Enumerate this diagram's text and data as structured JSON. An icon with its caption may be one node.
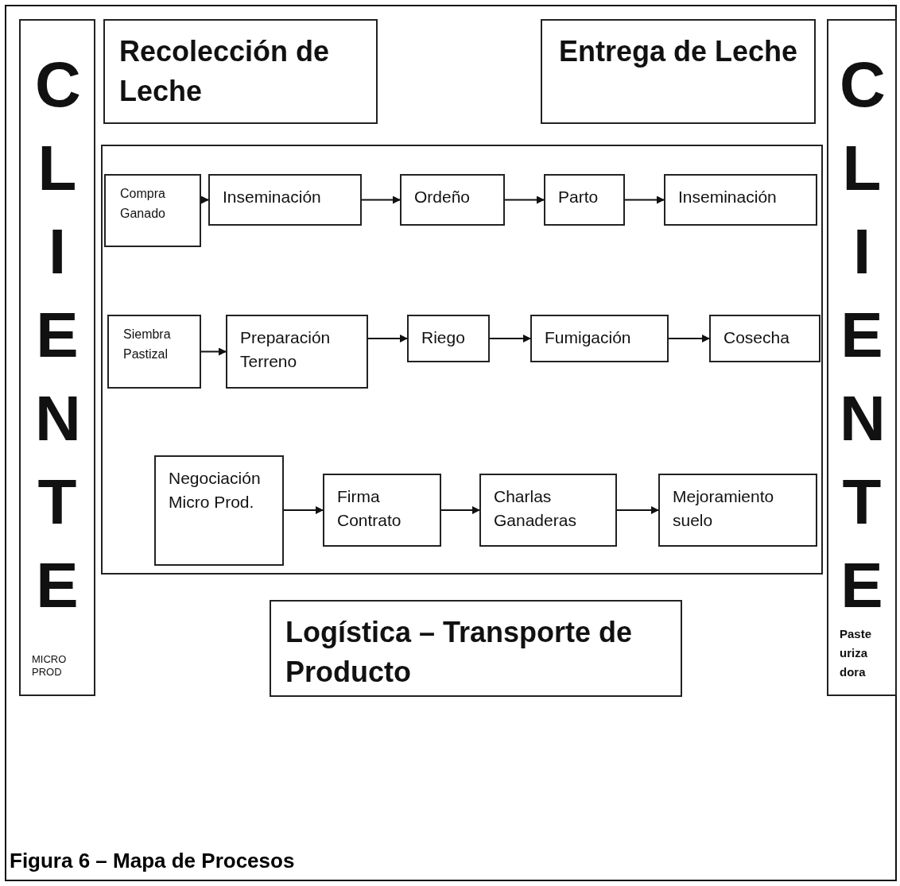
{
  "diagram": {
    "caption": "Figura 6 – Mapa de Procesos",
    "nodes": [
      {
        "text": [
          "CLIENTE",
          "MICRO PROD"
        ]
      },
      {
        "text": [
          "Recolección de Leche"
        ]
      },
      {
        "text": [
          "Entrega de Leche"
        ]
      },
      {
        "text": [
          "CLIENTE",
          "Paste uriza dora"
        ]
      },
      {
        "text": [],
        "shape": "box"
      },
      {
        "text": [
          "Compra Ganado"
        ],
        "in": 4
      },
      {
        "text": [
          "Inseminación"
        ],
        "in": 4
      },
      {
        "text": [
          "Ordeño"
        ],
        "in": 4
      },
      {
        "text": [
          "Parto"
        ],
        "in": 4
      },
      {
        "text": [
          "Inseminación"
        ],
        "in": 4
      },
      {
        "text": [
          "Siembra Pastizal"
        ],
        "in": 4
      },
      {
        "text": [
          "Preparación Terreno"
        ],
        "in": 4
      },
      {
        "text": [
          "Riego"
        ],
        "in": 4
      },
      {
        "text": [
          "Fumigación"
        ],
        "in": 4
      },
      {
        "text": [
          "Cosecha"
        ],
        "in": 4
      },
      {
        "text": [
          "Negociación Micro Prod."
        ],
        "in": 4
      },
      {
        "text": [
          "Firma Contrato"
        ],
        "in": 4
      },
      {
        "text": [
          "Charlas Ganaderas"
        ],
        "in": 4
      },
      {
        "text": [
          "Mejoramiento suelo"
        ],
        "in": 4
      },
      {
        "text": [
          "Logística – Transporte de Producto"
        ]
      }
    ],
    "edges": [
      {
        "from": 5,
        "to": 6,
        "arrow": "to"
      },
      {
        "from": 6,
        "to": 7,
        "arrow": "to"
      },
      {
        "from": 7,
        "to": 8,
        "arrow": "to"
      },
      {
        "from": 8,
        "to": 9,
        "arrow": "to"
      },
      {
        "from": 10,
        "to": 11,
        "arrow": "to"
      },
      {
        "from": 11,
        "to": 12,
        "arrow": "to"
      },
      {
        "from": 12,
        "to": 13,
        "arrow": "to"
      },
      {
        "from": 13,
        "to": 14,
        "arrow": "to"
      },
      {
        "from": 15,
        "to": 16,
        "arrow": "to"
      },
      {
        "from": 16,
        "to": 17,
        "arrow": "to"
      },
      {
        "from": 17,
        "to": 18,
        "arrow": "to"
      }
    ]
  }
}
